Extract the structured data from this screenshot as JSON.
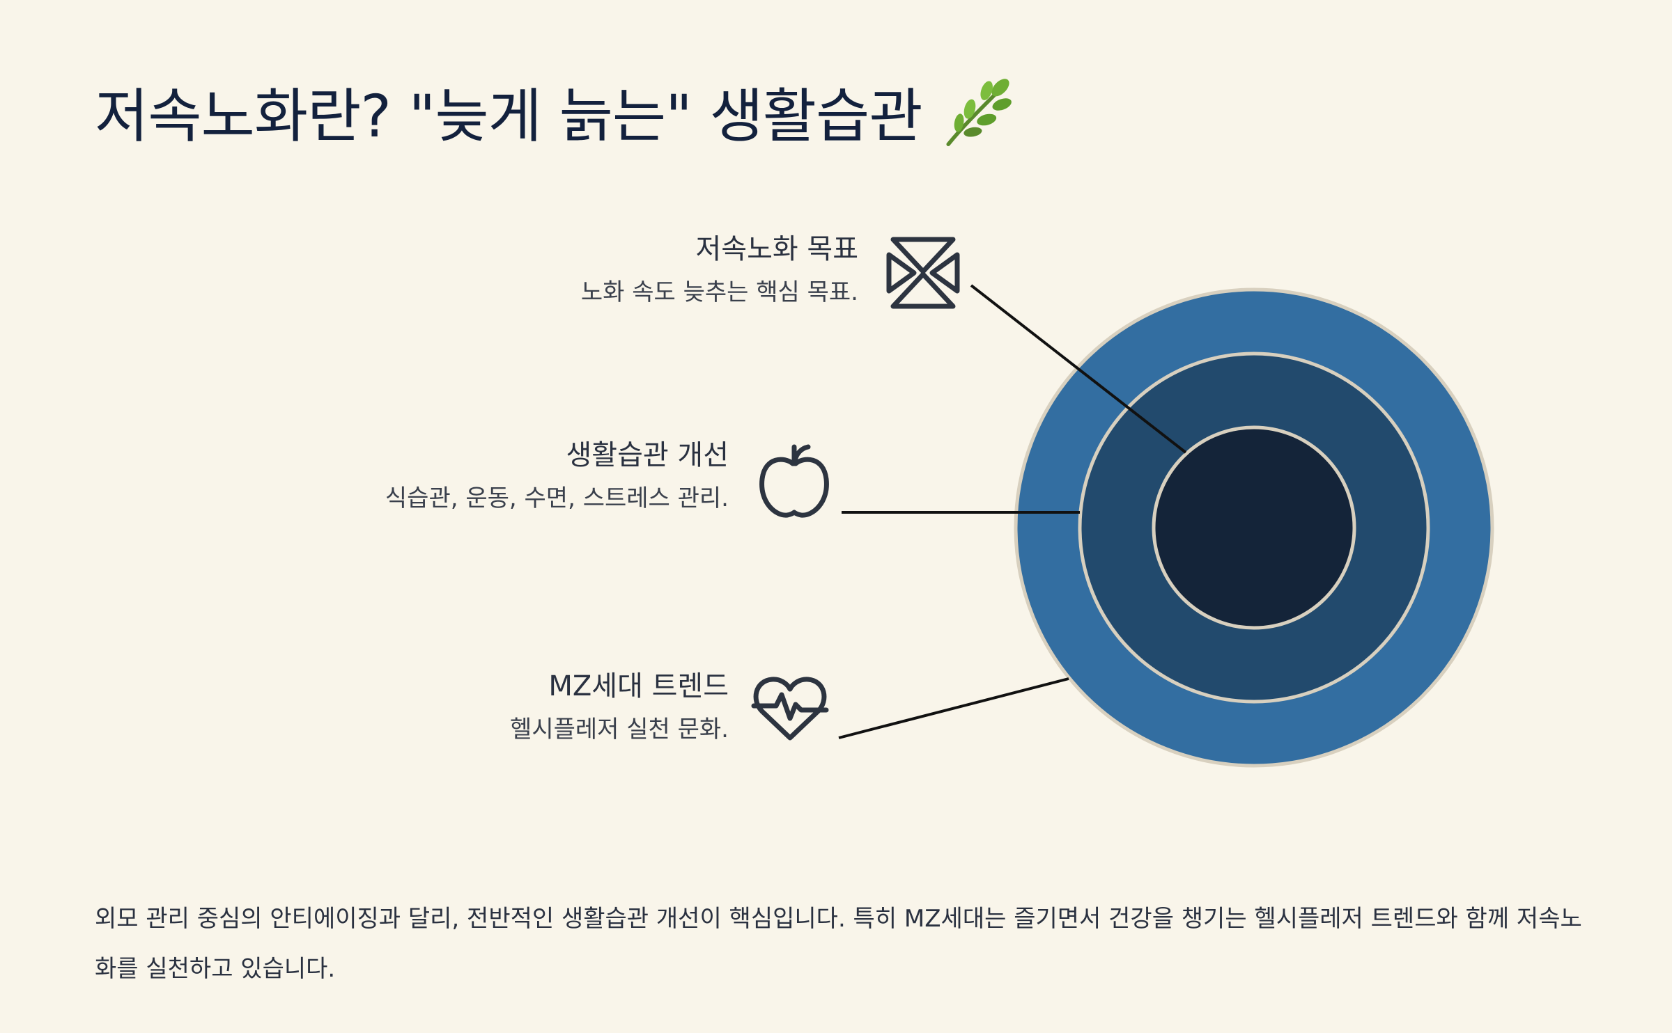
{
  "title": "저속노화란? \"늦게 늙는\" 생활습관",
  "items": [
    {
      "title": "저속노화 목표",
      "desc": "노화 속도 늦추는 핵심 목표.",
      "icon": "hourglass-icon"
    },
    {
      "title": "생활습관 개선",
      "desc": "식습관, 운동, 수면, 스트레스 관리.",
      "icon": "apple-icon"
    },
    {
      "title": "MZ세대 트렌드",
      "desc": "헬시플레저 실천 문화.",
      "icon": "heartbeat-icon"
    }
  ],
  "footer": "외모 관리 중심의 안티에이징과 달리, 전반적인 생활습관 개선이 핵심입니다. 특히 MZ세대는 즐기면서 건강을 챙기는 헬시플레저 트렌드와 함께 저속노화를 실천하고 있습니다.",
  "colors": {
    "background": "#f9f5ea",
    "outer_ring": "#336ea1",
    "middle_ring": "#224a6d",
    "inner_core": "#142439",
    "ring_border": "#d8d0bf"
  }
}
